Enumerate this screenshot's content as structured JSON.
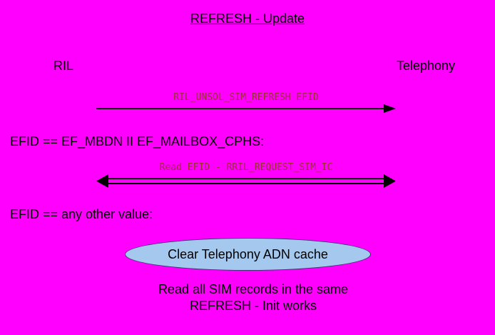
{
  "diagram": {
    "title": "REFRESH - Update",
    "actors": {
      "left": "RIL",
      "right": "Telephony"
    },
    "messages": {
      "arrow1": {
        "label": "RIL_UNSOL_SIM_REFRESH EFID",
        "direction": "right"
      },
      "arrow2": {
        "label": "Read EFID - RRIL_REQUEST_SIM_IC",
        "direction": "both"
      }
    },
    "conditions": {
      "condition1": "EFID == EF_MBDN II EF_MAILBOX_CPHS:",
      "condition2": "EFID == any other value:"
    },
    "ellipse_label": "Clear Telephony ADN cache",
    "note": {
      "line1": "Read all SIM records in the same",
      "line2": "REFRESH - Init works"
    },
    "colors": {
      "background": "#FF00FF",
      "text": "#000000",
      "arrow_label": "#993333",
      "arrow_line": "#000000",
      "ellipse_fill": "#A4C8EE",
      "ellipse_border": "#35356F"
    }
  }
}
